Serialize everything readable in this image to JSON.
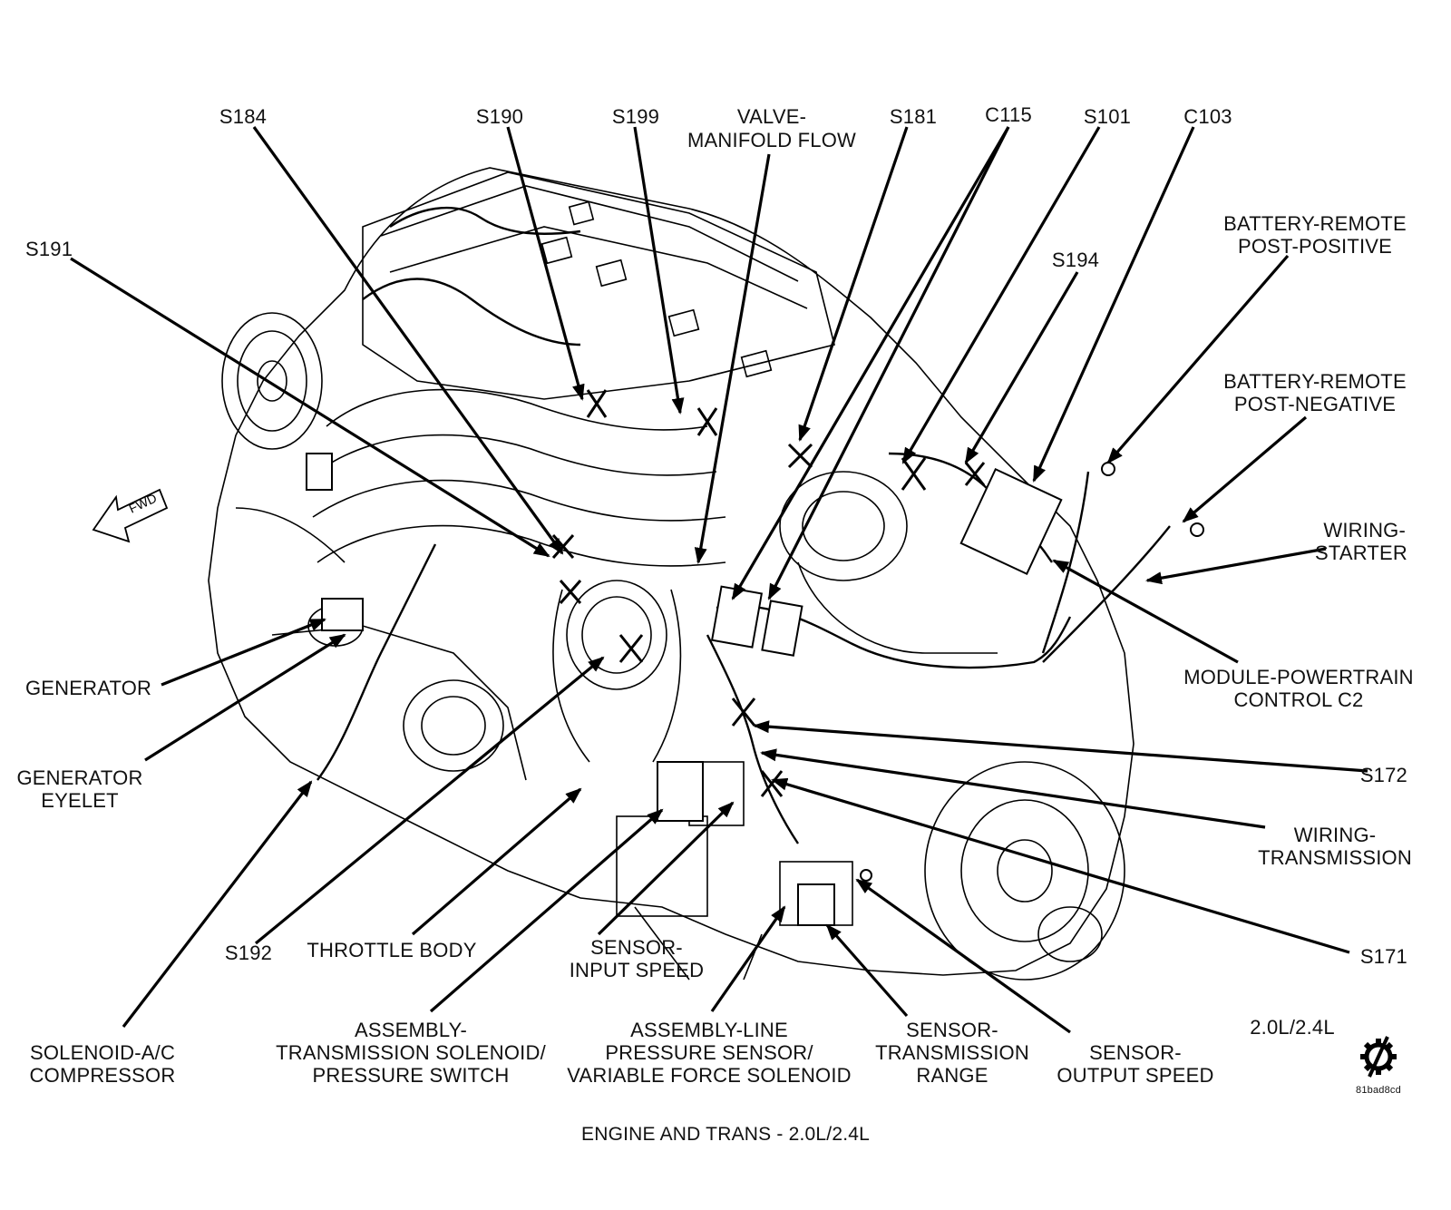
{
  "diagram": {
    "caption": "ENGINE AND TRANS - 2.0L/2.4L",
    "engine_label": "2.0L/2.4L",
    "image_code": "81bad8cd",
    "fwd_label": "FWD",
    "icon": "gear-slash-icon"
  },
  "labels": {
    "s184": "S184",
    "s190": "S190",
    "s199": "S199",
    "valve_manifold_1": "VALVE-",
    "valve_manifold_2": "MANIFOLD FLOW",
    "s181": "S181",
    "c115": "C115",
    "s101": "S101",
    "c103": "C103",
    "s191": "S191",
    "battery_pos_1": "BATTERY-REMOTE",
    "battery_pos_2": "POST-POSITIVE",
    "s194": "S194",
    "battery_neg_1": "BATTERY-REMOTE",
    "battery_neg_2": "POST-NEGATIVE",
    "wiring_starter_1": "WIRING-",
    "wiring_starter_2": "STARTER",
    "pcm_1": "MODULE-POWERTRAIN",
    "pcm_2": "CONTROL C2",
    "generator": "GENERATOR",
    "generator_eyelet_1": "GENERATOR",
    "generator_eyelet_2": "EYELET",
    "s172": "S172",
    "wiring_trans_1": "WIRING-",
    "wiring_trans_2": "TRANSMISSION",
    "s192": "S192",
    "throttle_body": "THROTTLE BODY",
    "input_speed_1": "SENSOR-",
    "input_speed_2": "INPUT SPEED",
    "s171": "S171",
    "ac_solenoid_1": "SOLENOID-A/C",
    "ac_solenoid_2": "COMPRESSOR",
    "trans_solenoid_1": "ASSEMBLY-",
    "trans_solenoid_2": "TRANSMISSION SOLENOID/",
    "trans_solenoid_3": "PRESSURE SWITCH",
    "line_pressure_1": "ASSEMBLY-LINE",
    "line_pressure_2": "PRESSURE SENSOR/",
    "line_pressure_3": "VARIABLE FORCE SOLENOID",
    "trans_range_1": "SENSOR-",
    "trans_range_2": "TRANSMISSION",
    "trans_range_3": "RANGE",
    "output_speed_1": "SENSOR-",
    "output_speed_2": "OUTPUT SPEED"
  }
}
